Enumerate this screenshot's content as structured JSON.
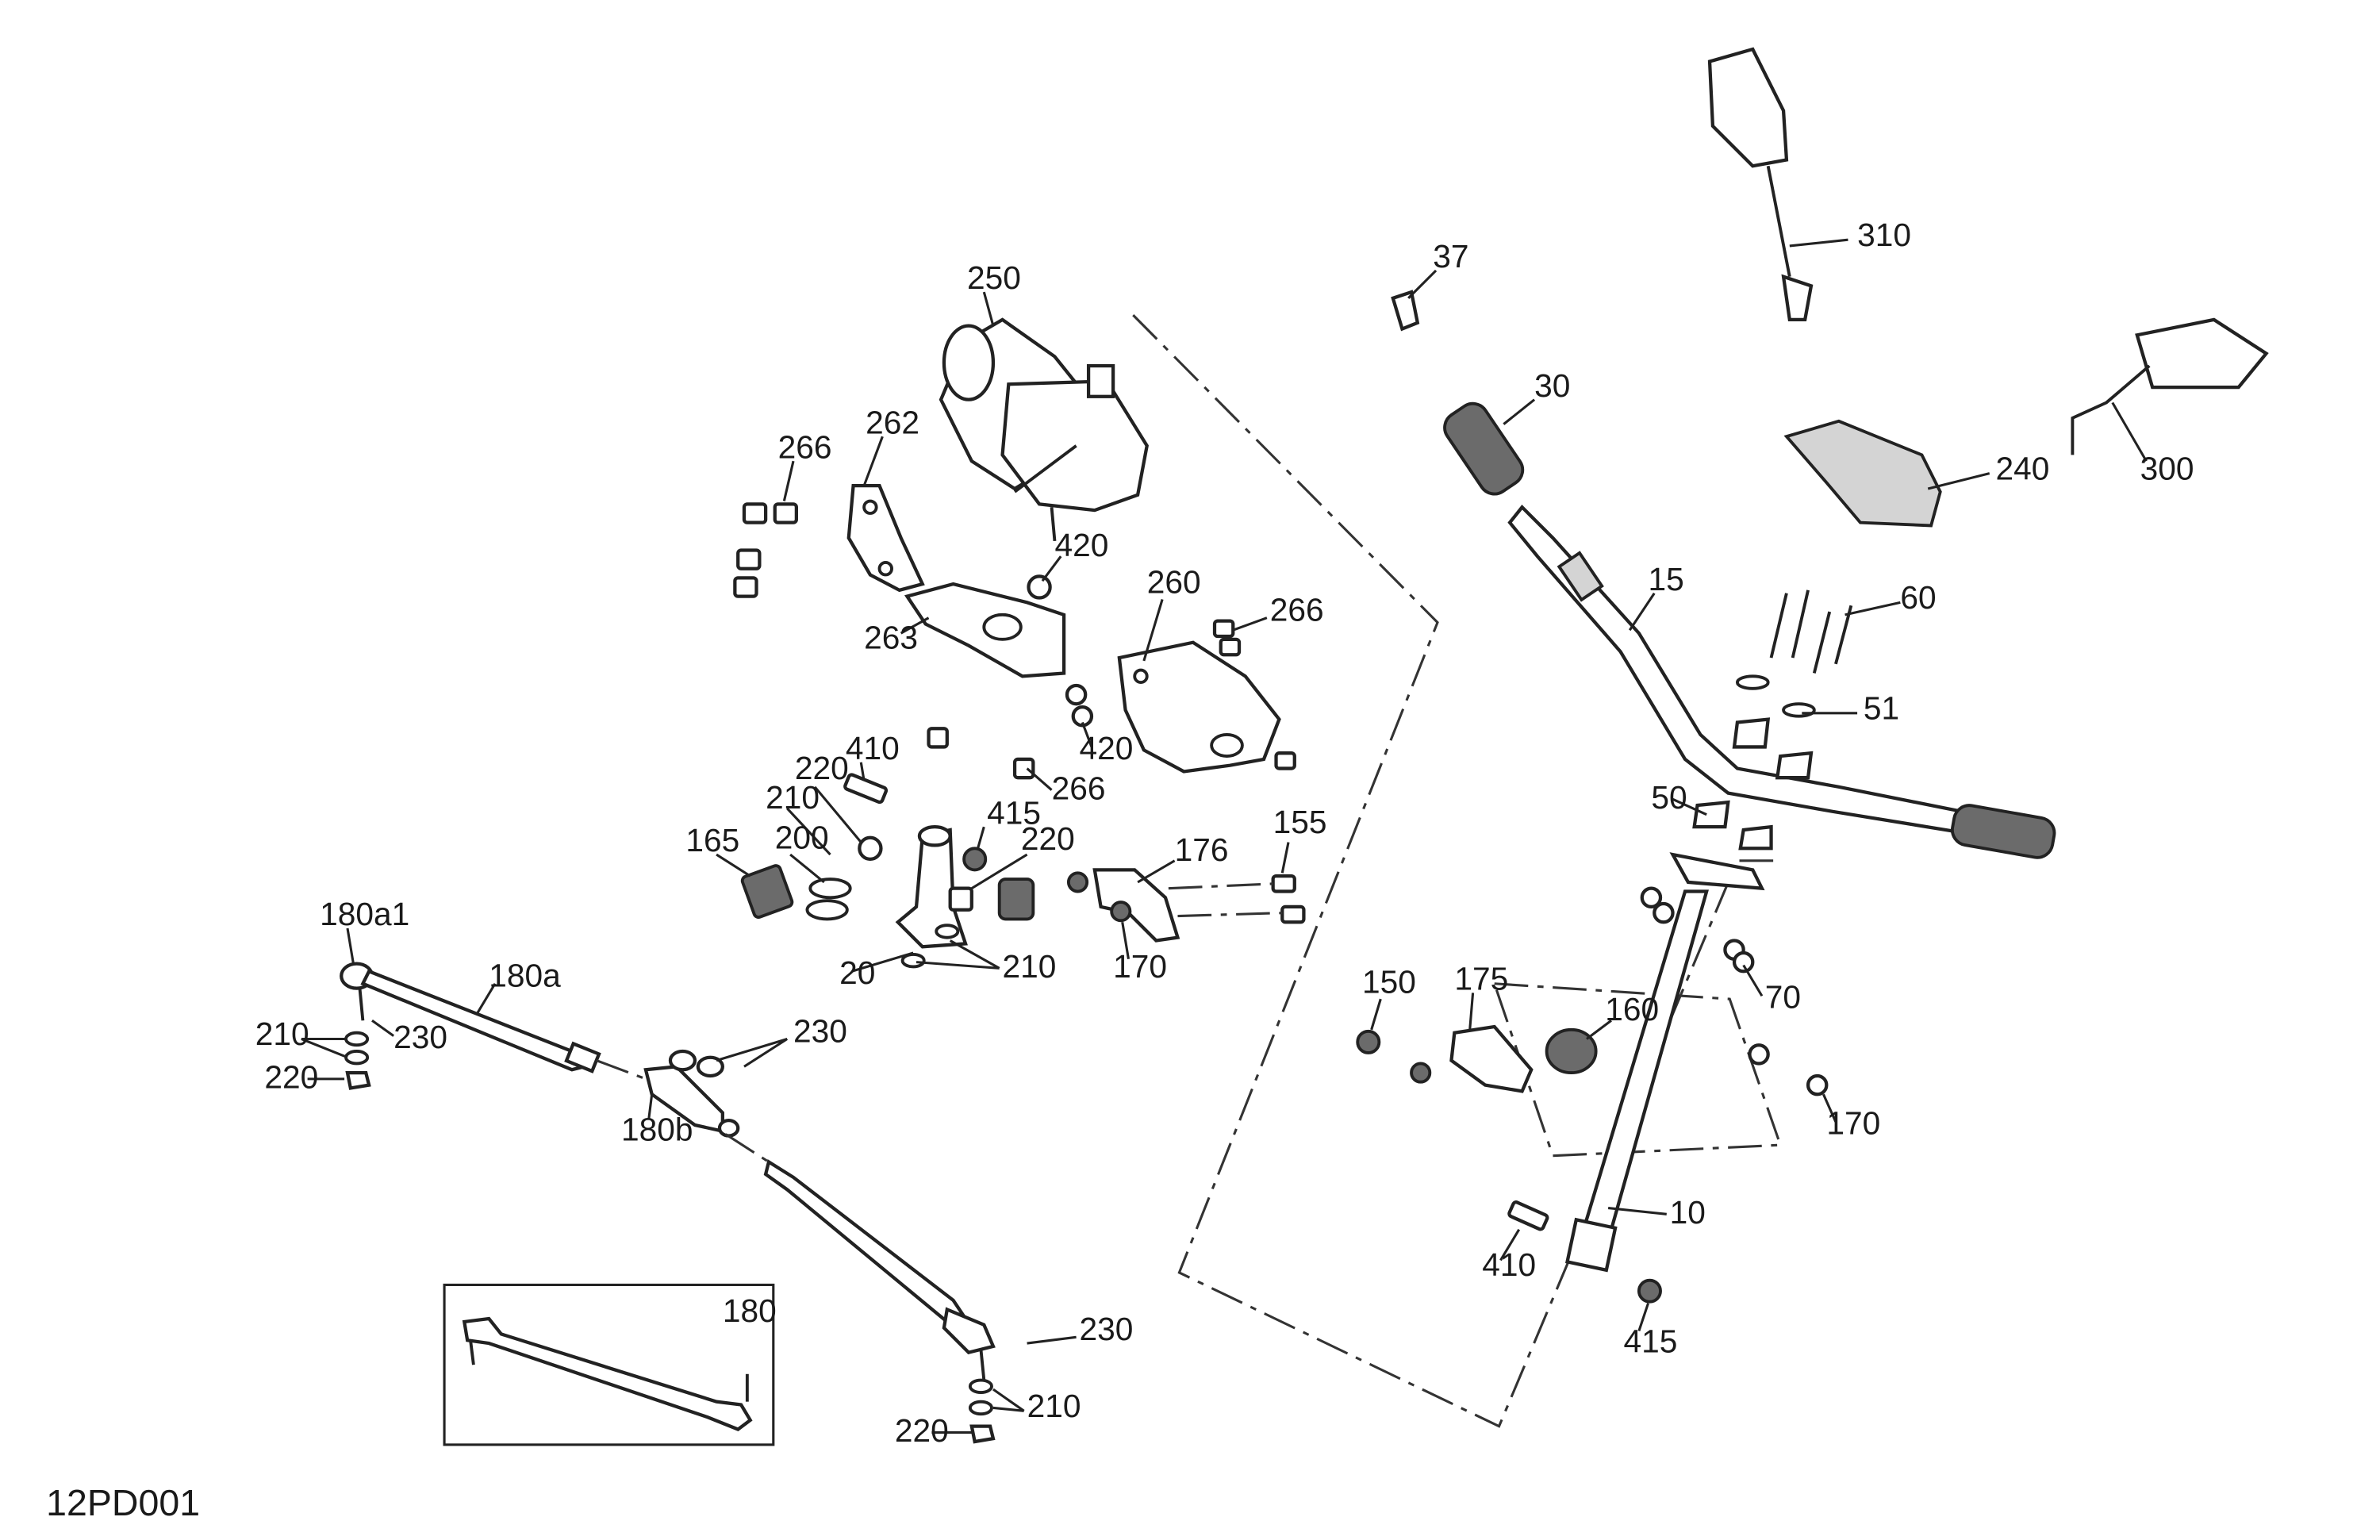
{
  "diagram_id": "12PD001",
  "callouts": {
    "c250": "250",
    "c262": "262",
    "c266a": "266",
    "c420a": "420",
    "c263": "263",
    "c260": "260",
    "c266b": "266",
    "c420b": "420",
    "c266c": "266",
    "c410a": "410",
    "c220a": "220",
    "c210a": "210",
    "c415a": "415",
    "c220b": "220",
    "c200": "200",
    "c165": "165",
    "c20": "20",
    "c210b": "210",
    "c176": "176",
    "c155": "155",
    "c170a": "170",
    "c180a1": "180a1",
    "c180a": "180a",
    "c210c": "210",
    "c230a": "230",
    "c220c": "220",
    "c230b": "230",
    "c180b": "180b",
    "c180": "180",
    "c230c": "230",
    "c210d": "210",
    "c220d": "220",
    "c37": "37",
    "c30": "30",
    "c310": "310",
    "c240": "240",
    "c300": "300",
    "c15": "15",
    "c60": "60",
    "c51": "51",
    "c50": "50",
    "c70": "70",
    "c150": "150",
    "c175": "175",
    "c160": "160",
    "c170b": "170",
    "c10": "10",
    "c410b": "410",
    "c415b": "415"
  },
  "colors": {
    "line": "#222222",
    "grip": "#6b6b6b",
    "paper": "#ffffff"
  }
}
